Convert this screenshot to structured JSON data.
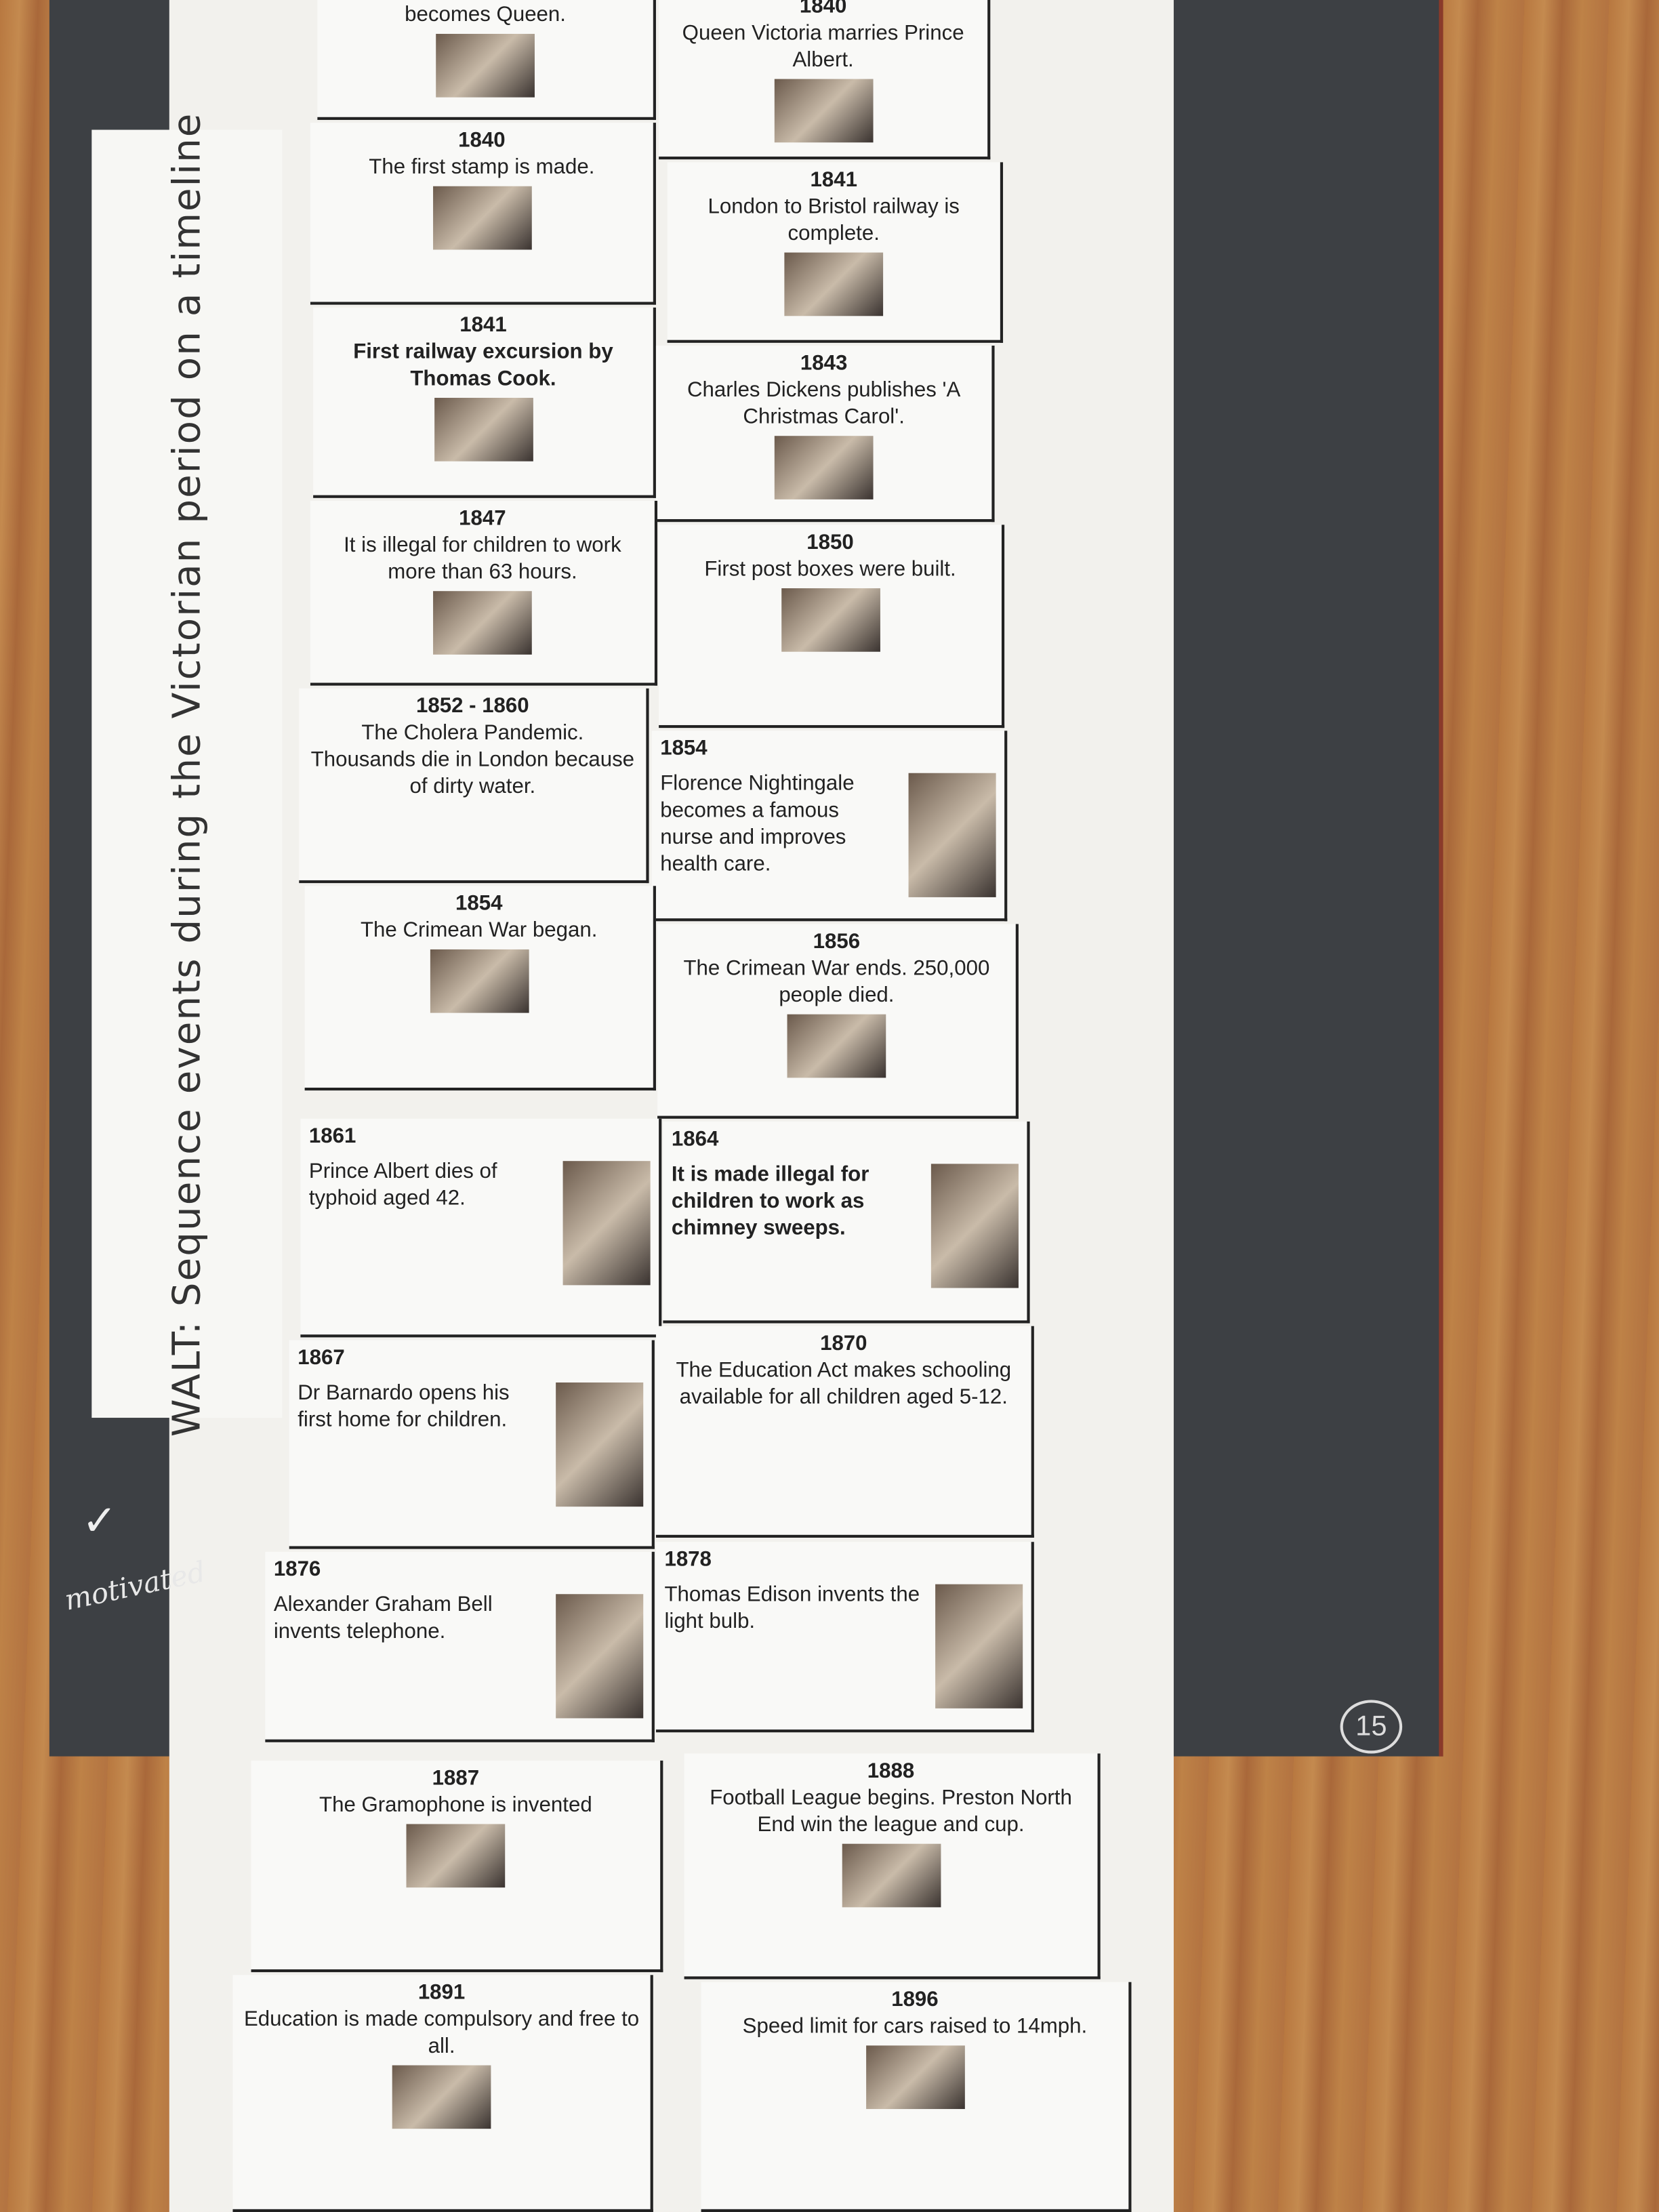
{
  "title": "WALT: Sequence events during the Victorian period on a timeline",
  "annotation": {
    "tick": "✓",
    "comment": "motivated",
    "page_number": "15"
  },
  "cards": [
    {
      "year": "",
      "text": "William IV dies and Victoria becomes Queen."
    },
    {
      "year": "1840",
      "text": "Queen Victoria marries Prince Albert."
    },
    {
      "year": "1840",
      "text": "The first stamp is made."
    },
    {
      "year": "1841",
      "text": "London to Bristol railway is complete."
    },
    {
      "year": "1841",
      "text": "First railway excursion by Thomas Cook."
    },
    {
      "year": "1843",
      "text": "Charles Dickens publishes 'A Christmas Carol'."
    },
    {
      "year": "1847",
      "text": "It is illegal for children to work more than 63 hours."
    },
    {
      "year": "1850",
      "text": "First post boxes were built."
    },
    {
      "year": "1852 - 1860",
      "text": "The Cholera Pandemic. Thousands die in London because of dirty water."
    },
    {
      "year": "1854",
      "text": "Florence Nightingale becomes a famous nurse and improves health care."
    },
    {
      "year": "1854",
      "text": "The Crimean War began."
    },
    {
      "year": "1856",
      "text": "The Crimean War ends. 250,000 people died."
    },
    {
      "year": "1861",
      "text": "Prince Albert dies of typhoid aged 42."
    },
    {
      "year": "1864",
      "text": "It is made illegal for children to work as chimney sweeps."
    },
    {
      "year": "1867",
      "text": "Dr Barnardo opens his first home for children."
    },
    {
      "year": "1870",
      "text": "The Education Act makes schooling available for all children aged 5-12."
    },
    {
      "year": "1876",
      "text": "Alexander Graham Bell invents telephone."
    },
    {
      "year": "1878",
      "text": "Thomas Edison invents the light bulb."
    },
    {
      "year": "1887",
      "text": "The Gramophone is invented"
    },
    {
      "year": "1888",
      "text": "Football League begins. Preston North End win the league and cup."
    },
    {
      "year": "1891",
      "text": "Education is made compulsory and free to all."
    },
    {
      "year": "1896",
      "text": "Speed limit for cars raised to 14mph."
    }
  ]
}
